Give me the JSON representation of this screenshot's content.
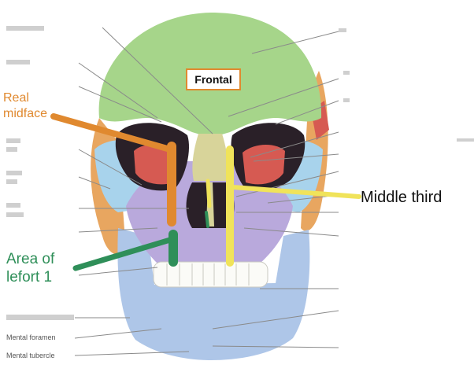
{
  "annotations": {
    "frontal": "Frontal",
    "real_midface": [
      "Real",
      "midface"
    ],
    "middle_third": "Middle third",
    "area_of_lefort": [
      "Area of",
      "lefort 1"
    ]
  },
  "anatomy_labels": {
    "mental_foramen": "Mental foramen",
    "mental_tubercle": "Mental tubercle"
  },
  "colors": {
    "frontal_bone": "#a6d58a",
    "maxilla": "#b9a9dc",
    "mandible": "#aec6e8",
    "zygomatic": "#a8d3ec",
    "nasal": "#d8d49a",
    "temporal": "#e8a660",
    "orbit_floor": "#d65a52",
    "real_midface_marker": "#e0892f",
    "middle_third_marker": "#f0e35a",
    "lefort_marker": "#2f8f59"
  }
}
